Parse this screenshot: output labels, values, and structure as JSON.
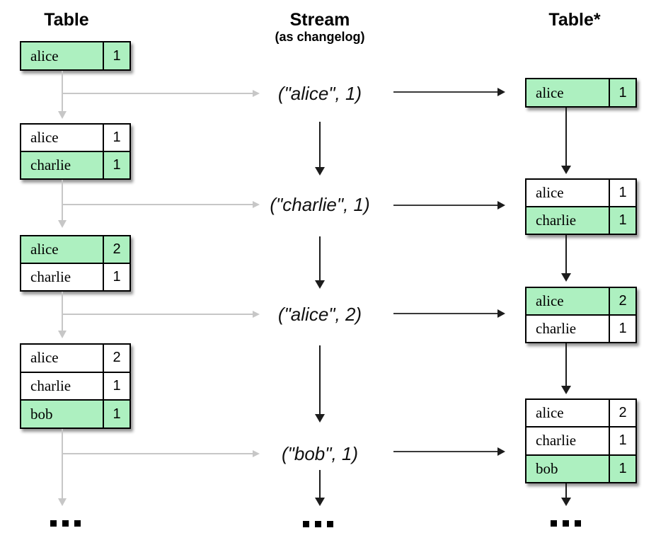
{
  "columns": {
    "left": {
      "title": "Table"
    },
    "middle": {
      "title": "Stream",
      "subtitle": "(as changelog)"
    },
    "right": {
      "title": "Table*"
    }
  },
  "left_tables": [
    {
      "rows": [
        {
          "key": "alice",
          "value": "1",
          "highlight": true
        }
      ]
    },
    {
      "rows": [
        {
          "key": "alice",
          "value": "1",
          "highlight": false
        },
        {
          "key": "charlie",
          "value": "1",
          "highlight": true
        }
      ]
    },
    {
      "rows": [
        {
          "key": "alice",
          "value": "2",
          "highlight": true
        },
        {
          "key": "charlie",
          "value": "1",
          "highlight": false
        }
      ]
    },
    {
      "rows": [
        {
          "key": "alice",
          "value": "2",
          "highlight": false
        },
        {
          "key": "charlie",
          "value": "1",
          "highlight": false
        },
        {
          "key": "bob",
          "value": "1",
          "highlight": true
        }
      ]
    }
  ],
  "stream_records": [
    {
      "label": "(\"alice\", 1)"
    },
    {
      "label": "(\"charlie\", 1)"
    },
    {
      "label": "(\"alice\", 2)"
    },
    {
      "label": "(\"bob\", 1)"
    }
  ],
  "right_tables": [
    {
      "rows": [
        {
          "key": "alice",
          "value": "1",
          "highlight": true
        }
      ]
    },
    {
      "rows": [
        {
          "key": "alice",
          "value": "1",
          "highlight": false
        },
        {
          "key": "charlie",
          "value": "1",
          "highlight": true
        }
      ]
    },
    {
      "rows": [
        {
          "key": "alice",
          "value": "2",
          "highlight": true
        },
        {
          "key": "charlie",
          "value": "1",
          "highlight": false
        }
      ]
    },
    {
      "rows": [
        {
          "key": "alice",
          "value": "2",
          "highlight": false
        },
        {
          "key": "charlie",
          "value": "1",
          "highlight": false
        },
        {
          "key": "bob",
          "value": "1",
          "highlight": true
        }
      ]
    }
  ],
  "ellipsis": "...",
  "colors": {
    "highlight_green": "#adf0c0",
    "gray_line": "#c7c7c7",
    "black_line": "#1c1c1c"
  }
}
